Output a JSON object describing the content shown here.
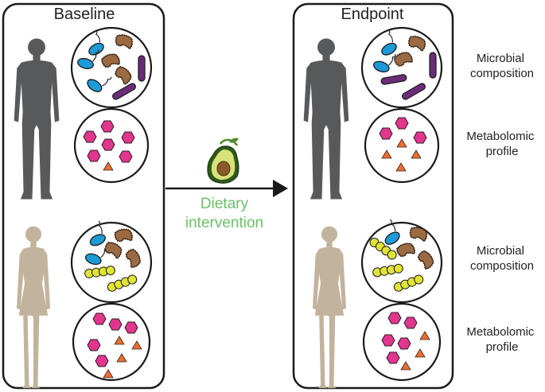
{
  "panels": {
    "baseline": {
      "title": "Baseline"
    },
    "endpoint": {
      "title": "Endpoint"
    }
  },
  "intervention": {
    "label_line1": "Dietary",
    "label_line2": "intervention",
    "icon": "avocado-icon"
  },
  "side_labels": {
    "microbial_1": [
      "Microbial",
      "composition"
    ],
    "metabolomic_1": [
      "Metabolomic",
      "profile"
    ],
    "microbial_2": [
      "Microbial",
      "composition"
    ],
    "metabolomic_2": [
      "Metabolomic",
      "profile"
    ]
  },
  "colors": {
    "male_silhouette": "#58595b",
    "female_silhouette": "#c2b39d",
    "blue_bacterium": "#1d9bd7",
    "brown_bacterium": "#9b6a43",
    "purple_bacterium": "#6b2d79",
    "yellow_bacterium": "#e1e337",
    "pink_metabolite": "#e2358d",
    "orange_metabolite": "#ea6d34",
    "arrow_label": "#6cc06a"
  }
}
